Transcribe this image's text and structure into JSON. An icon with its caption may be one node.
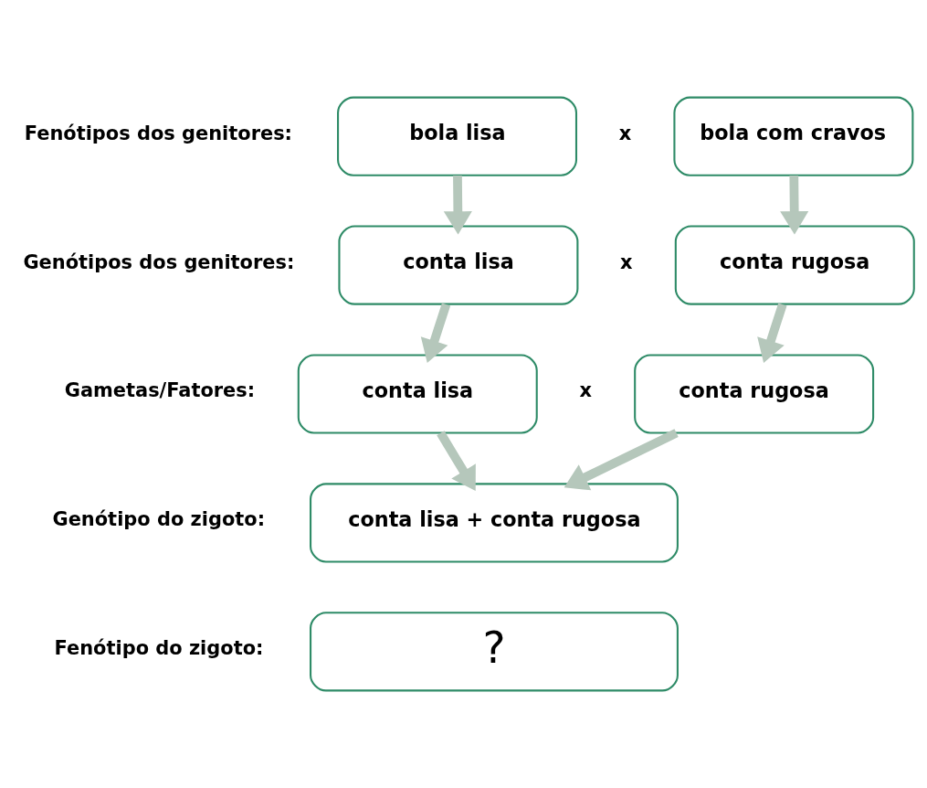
{
  "diagram": {
    "nodes": [
      {
        "text": [
          "bola lisa"
        ]
      },
      {
        "text": [
          "bola com cravos"
        ]
      },
      {
        "text": [
          "conta lisa"
        ]
      },
      {
        "text": [
          "conta rugosa"
        ]
      },
      {
        "text": [
          "conta lisa"
        ]
      },
      {
        "text": [
          "conta rugosa"
        ]
      },
      {
        "text": [
          "conta lisa + conta rugosa"
        ]
      },
      {
        "text": [
          "?"
        ]
      }
    ],
    "edges": [
      {
        "from": 0,
        "to": 2,
        "arrow": "to"
      },
      {
        "from": 1,
        "to": 3,
        "arrow": "to"
      },
      {
        "from": 2,
        "to": 4,
        "arrow": "to"
      },
      {
        "from": 3,
        "to": 5,
        "arrow": "to"
      },
      {
        "from": 4,
        "to": 6,
        "arrow": "to"
      },
      {
        "from": 5,
        "to": 6,
        "arrow": "to"
      }
    ],
    "labels": [
      "Fenótipos dos genitores:",
      "x",
      "Genótipos dos genitores:",
      "x",
      "Gametas/Fatores:",
      "x",
      "Genótipo do zigoto:",
      "Fenótipo do zigoto:"
    ]
  }
}
